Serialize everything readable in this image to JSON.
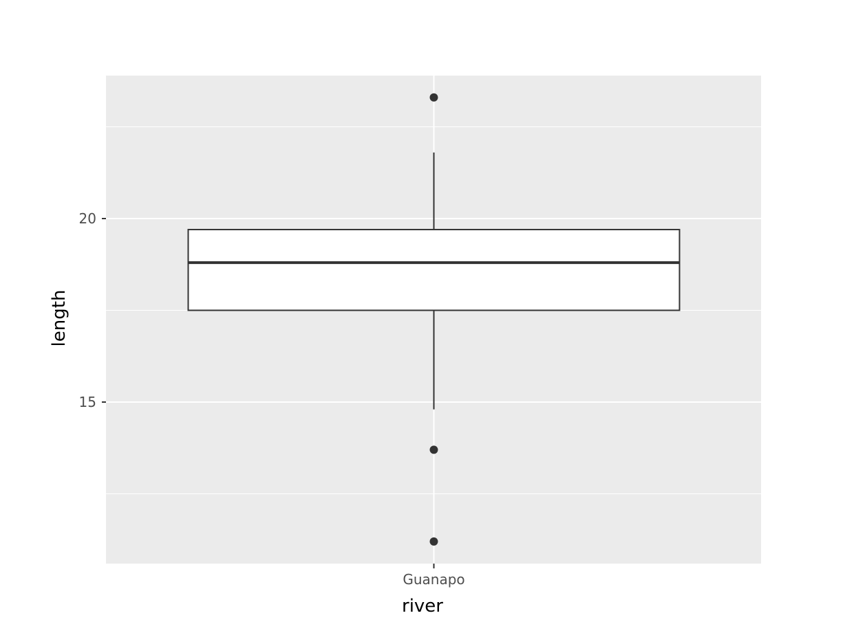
{
  "chart_data": {
    "type": "box",
    "title": "",
    "xlabel": "river",
    "ylabel": "length",
    "categories": [
      "Guanapo"
    ],
    "y_ticks": [
      15,
      20
    ],
    "y_tick_labels": [
      "15",
      "20"
    ],
    "ylim": [
      10.6,
      23.9
    ],
    "grid": true,
    "boxes": [
      {
        "category": "Guanapo",
        "lower_whisker": 14.8,
        "q1": 17.5,
        "median": 18.8,
        "q3": 19.7,
        "upper_whisker": 21.8,
        "outliers": [
          23.3,
          13.7,
          11.2
        ]
      }
    ]
  },
  "colors": {
    "panel_background": "#ebebeb",
    "grid_line": "#ffffff",
    "box_fill": "#ffffff",
    "box_stroke": "#333333",
    "outlier": "#333333",
    "tick_label": "#4d4d4d",
    "axis_title": "#000000"
  }
}
